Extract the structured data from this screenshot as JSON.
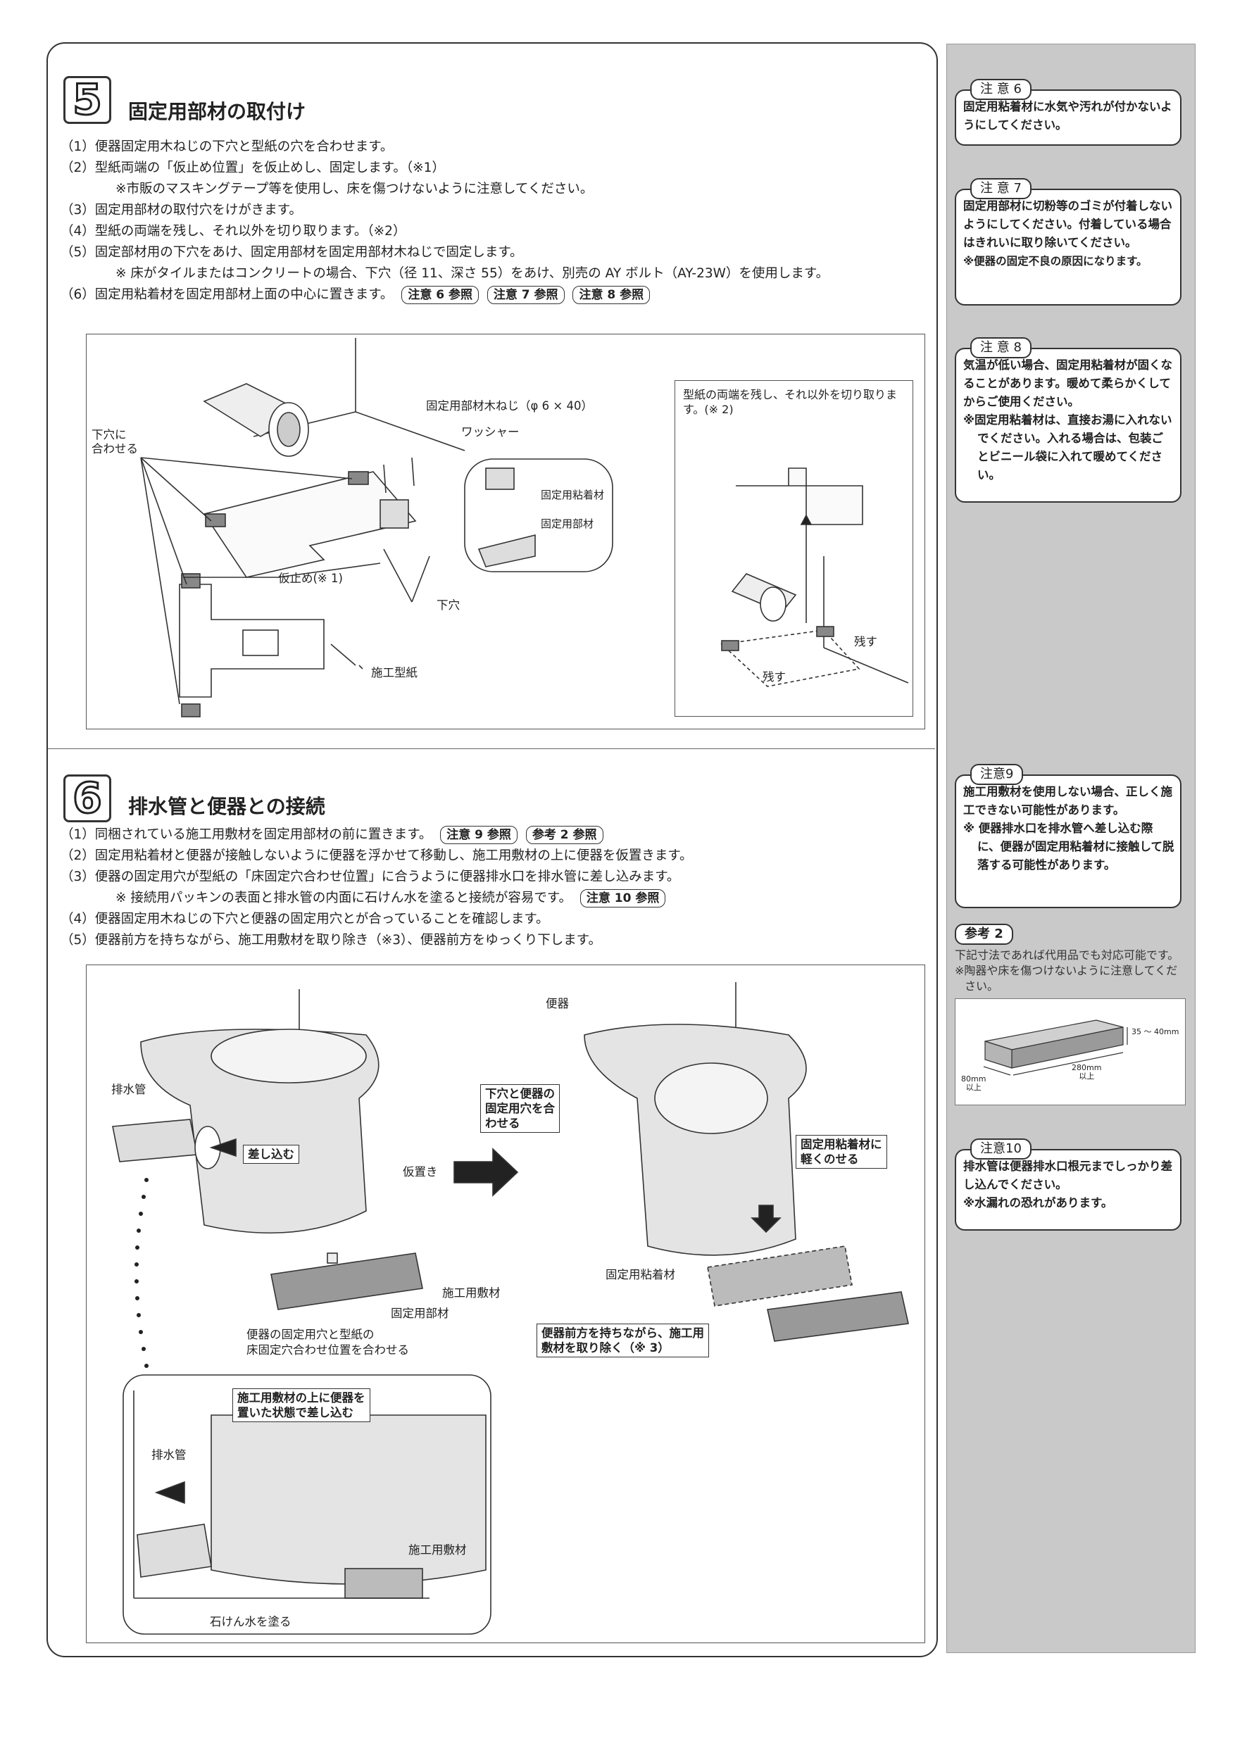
{
  "section5": {
    "number": "5",
    "title": "固定用部材の取付け",
    "steps": [
      "（1）便器固定用木ねじの下穴と型紙の穴を合わせます。",
      "（2）型紙両端の「仮止め位置」を仮止めし、固定します。（※1）",
      "※市販のマスキングテープ等を使用し、床を傷つけないように注意してください。",
      "（3）固定用部材の取付穴をけがきます。",
      "（4）型紙の両端を残し、それ以外を切り取ります。（※2）",
      "（5）固定部材用の下穴をあけ、固定用部材を固定用部材木ねじで固定します。",
      "※ 床がタイルまたはコンクリートの場合、下穴（径 11、深さ 55）をあけ、別売の AY ボルト（AY-23W）を使用します。",
      "（6）固定用粘着材を固定用部材上面の中心に置きます。"
    ],
    "refs": [
      "注意 6 参照",
      "注意 7 参照",
      "注意 8 参照"
    ],
    "figure_labels": {
      "shitaana_awaseru": "下穴に\n合わせる",
      "screw": "固定用部材木ねじ（φ 6 × 40）",
      "washer": "ワッシャー",
      "adhesive": "固定用粘着材",
      "member": "固定用部材",
      "karidome": "仮止め(※ 1)",
      "shitaana": "下穴",
      "template": "施工型紙",
      "cut_note": "型紙の両端を残し、それ以外を切り取ります。(※ 2)",
      "nokosu1": "残す",
      "nokosu2": "残す"
    }
  },
  "section6": {
    "number": "6",
    "title": "排水管と便器との接続",
    "steps": [
      "（1）同梱されている施工用敷材を固定用部材の前に置きます。",
      "（2）固定用粘着材と便器が接触しないように便器を浮かせて移動し、施工用敷材の上に便器を仮置きます。",
      "（3）便器の固定用穴が型紙の「床固定穴合わせ位置」に合うように便器排水口を排水管に差し込みます。",
      "※ 接続用パッキンの表面と排水管の内面に石けん水を塗ると接続が容易です。",
      "（4）便器固定用木ねじの下穴と便器の固定用穴とが合っていることを確認します。",
      "（5）便器前方を持ちながら、施工用敷材を取り除き（※3）、便器前方をゆっくり下します。"
    ],
    "refs1": [
      "注意 9 参照",
      "参考 2 参照"
    ],
    "refs3": [
      "注意 10 参照"
    ],
    "figure_labels": {
      "haisuikan": "排水管",
      "sashikomu": "差し込む",
      "karioki": "仮置き",
      "sekou_shikizai": "施工用敷材",
      "member": "固定用部材",
      "align": "便器の固定用穴と型紙の\n床固定穴合わせ位置を合わせる",
      "benki": "便器",
      "hole_align": "下穴と便器の\n固定用穴を合\nわせる",
      "adhesive_light": "固定用粘着材に\n軽くのせる",
      "adhesive": "固定用粘着材",
      "remove": "便器前方を持ちながら、施工用\n敷材を取り除く（※ 3）",
      "inset_title": "施工用敷材の上に便器を\n置いた状態で差し込む",
      "inset_haisuikan": "排水管",
      "inset_shikizai": "施工用敷材",
      "soap": "石けん水を塗る"
    }
  },
  "notes": [
    {
      "tag": "注 意 6",
      "body": "固定用粘着材に水気や汚れが付かないようにしてください。",
      "sub": []
    },
    {
      "tag": "注 意 7",
      "body": "固定用部材に切粉等のゴミが付着しないようにしてください。付着している場合はきれいに取り除いてください。",
      "sub": [
        "※便器の固定不良の原因になります。"
      ]
    },
    {
      "tag": "注 意 8",
      "body": "気温が低い場合、固定用粘着材が固くなることがあります。暖めて柔らかくしてからご使用ください。",
      "sub": [
        "※固定用粘着材は、直接お湯に入れないでください。入れる場合は、包装ごとビニール袋に入れて暖めてください。"
      ]
    },
    {
      "tag": "注意9",
      "body": "施工用敷材を使用しない場合、正しく施工できない可能性があります。",
      "sub": [
        "※ 便器排水口を排水管へ差し込む際に、便器が固定用粘着材に接触して脱落する可能性があります。"
      ]
    },
    {
      "tag": "注意10",
      "body": "排水管は便器排水口根元までしっかり差し込んでください。",
      "sub": [
        "※水漏れの恐れがあります。"
      ]
    }
  ],
  "reference2": {
    "tag": "参考 2",
    "text": "下記寸法であれば代用品でも対応可能です。",
    "sub": "※陶器や床を傷つけないように注意してください。",
    "dim_height": "35 ～ 40mm",
    "dim_length": "280mm\n以上",
    "dim_width": "80mm\n以上"
  }
}
